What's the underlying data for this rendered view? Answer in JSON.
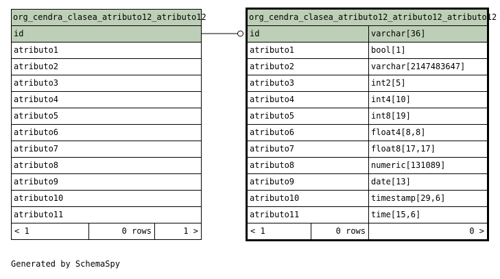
{
  "left_table": {
    "title": "org_cendra_clasea_atributo12_atributo12",
    "title_color": "#bdcfb6",
    "pk": "id",
    "columns": [
      "atributo1",
      "atributo2",
      "atributo3",
      "atributo4",
      "atributo5",
      "atributo6",
      "atributo7",
      "atributo8",
      "atributo9",
      "atributo10",
      "atributo11"
    ],
    "footer": {
      "prev": "< 1",
      "rows": "0 rows",
      "next": "1 >"
    }
  },
  "right_table": {
    "title": "org_cendra_clasea_atributo12_atributo12_atributo12",
    "title_color": "#bdcfb6",
    "pk": {
      "name": "id",
      "type": "varchar[36]"
    },
    "columns": [
      {
        "name": "atributo1",
        "type": "bool[1]"
      },
      {
        "name": "atributo2",
        "type": "varchar[2147483647]"
      },
      {
        "name": "atributo3",
        "type": "int2[5]"
      },
      {
        "name": "atributo4",
        "type": "int4[10]"
      },
      {
        "name": "atributo5",
        "type": "int8[19]"
      },
      {
        "name": "atributo6",
        "type": "float4[8,8]"
      },
      {
        "name": "atributo7",
        "type": "float8[17,17]"
      },
      {
        "name": "atributo8",
        "type": "numeric[131089]"
      },
      {
        "name": "atributo9",
        "type": "date[13]"
      },
      {
        "name": "atributo10",
        "type": "timestamp[29,6]"
      },
      {
        "name": "atributo11",
        "type": "time[15,6]"
      }
    ],
    "footer": {
      "prev": "< 1",
      "rows": "0 rows",
      "next": "0 >"
    }
  },
  "footer_note": "Generated by SchemaSpy"
}
